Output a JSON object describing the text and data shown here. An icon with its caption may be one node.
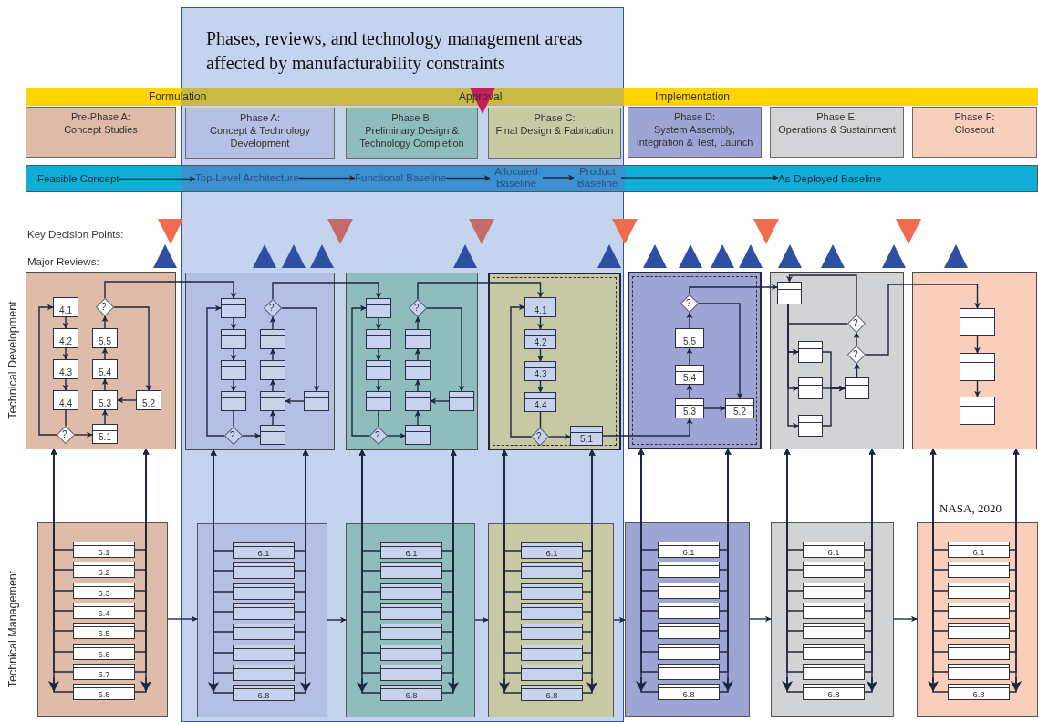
{
  "diagram": {
    "nodes": [
      {
        "text": [
          "Phases, reviews, and technology management areas affected by manufacturability constraints"
        ]
      },
      {
        "text": [
          "Formulation",
          "Approval",
          "Implementation"
        ]
      },
      {
        "text": [
          "Pre-Phase A:",
          "Concept Studies"
        ]
      },
      {
        "text": [
          "Phase A:",
          "Concept & Technology Development"
        ],
        "in": 0
      },
      {
        "text": [
          "Phase B:",
          "Preliminary Design & Technology Completion"
        ],
        "in": 0
      },
      {
        "text": [
          "Phase C:",
          "Final Design & Fabrication"
        ],
        "in": 0
      },
      {
        "text": [
          "Phase D:",
          "System Assembly, Integration & Test, Launch"
        ]
      },
      {
        "text": [
          "Phase E:",
          "Operations & Sustainment"
        ]
      },
      {
        "text": [
          "Phase F:",
          "Closeout"
        ]
      },
      {
        "text": [],
        "shape": "bar"
      },
      {
        "text": [
          "Feasible Concept"
        ],
        "in": 9
      },
      {
        "text": [
          "Top-Level Architecture"
        ]
      },
      {
        "text": [
          "Functional Baseline"
        ]
      },
      {
        "text": [
          "Allocated Baseline"
        ]
      },
      {
        "text": [
          "Product Baseline"
        ]
      },
      {
        "text": [
          "As-Deployed Baseline"
        ],
        "in": 9
      },
      {
        "text": [],
        "shape": "box"
      },
      {
        "text": [
          "4.1"
        ],
        "in": 16
      },
      {
        "text": [
          "?"
        ],
        "in": 16
      },
      {
        "text": [
          "4.2"
        ],
        "in": 16
      },
      {
        "text": [
          "5.5"
        ],
        "in": 16
      },
      {
        "text": [
          "4.3"
        ],
        "in": 16
      },
      {
        "text": [
          "5.4"
        ],
        "in": 16
      },
      {
        "text": [
          "4.4"
        ],
        "in": 16
      },
      {
        "text": [
          "5.3"
        ],
        "in": 16
      },
      {
        "text": [
          "5.2"
        ],
        "in": 16
      },
      {
        "text": [
          "?"
        ],
        "in": 16
      },
      {
        "text": [
          "5.1"
        ],
        "in": 16
      },
      {
        "text": [],
        "shape": "box",
        "in": 0
      },
      {
        "text": [],
        "shape": "box",
        "in": 28
      },
      {
        "text": [
          "?"
        ],
        "in": 28
      },
      {
        "text": [],
        "shape": "box",
        "in": 28
      },
      {
        "text": [],
        "shape": "box",
        "in": 28
      },
      {
        "text": [],
        "shape": "box",
        "in": 28
      },
      {
        "text": [],
        "shape": "box",
        "in": 28
      },
      {
        "text": [],
        "shape": "box",
        "in": 28
      },
      {
        "text": [],
        "shape": "box",
        "in": 28
      },
      {
        "text": [],
        "shape": "box",
        "in": 28
      },
      {
        "text": [
          "?"
        ],
        "in": 28
      },
      {
        "text": [],
        "shape": "box",
        "in": 28
      },
      {
        "text": [],
        "shape": "box",
        "in": 0
      },
      {
        "text": [],
        "shape": "box",
        "in": 40
      },
      {
        "text": [
          "?"
        ],
        "in": 40
      },
      {
        "text": [],
        "shape": "box",
        "in": 40
      },
      {
        "text": [],
        "shape": "box",
        "in": 40
      },
      {
        "text": [],
        "shape": "box",
        "in": 40
      },
      {
        "text": [],
        "shape": "box",
        "in": 40
      },
      {
        "text": [],
        "shape": "box",
        "in": 40
      },
      {
        "text": [],
        "shape": "box",
        "in": 40
      },
      {
        "text": [],
        "shape": "box",
        "in": 40
      },
      {
        "text": [
          "?"
        ],
        "in": 40
      },
      {
        "text": [],
        "shape": "box",
        "in": 40
      },
      {
        "text": [],
        "shape": "box",
        "in": 0
      },
      {
        "text": [
          "4.1"
        ],
        "in": 52
      },
      {
        "text": [
          "4.2"
        ],
        "in": 52
      },
      {
        "text": [
          "4.3"
        ],
        "in": 52
      },
      {
        "text": [
          "4.4"
        ],
        "in": 52
      },
      {
        "text": [
          "?"
        ],
        "in": 52
      },
      {
        "text": [
          "5.1"
        ],
        "in": 52
      },
      {
        "text": [],
        "shape": "box"
      },
      {
        "text": [
          "?"
        ],
        "in": 59
      },
      {
        "text": [
          "5.5"
        ],
        "in": 59
      },
      {
        "text": [
          "5.4"
        ],
        "in": 59
      },
      {
        "text": [
          "5.3"
        ],
        "in": 59
      },
      {
        "text": [
          "5.2"
        ],
        "in": 59
      },
      {
        "text": [],
        "shape": "box"
      },
      {
        "text": [],
        "shape": "box",
        "in": 65
      },
      {
        "text": [
          "?"
        ],
        "in": 65
      },
      {
        "text": [],
        "shape": "box",
        "in": 65
      },
      {
        "text": [
          "?"
        ],
        "in": 65
      },
      {
        "text": [],
        "shape": "box",
        "in": 65
      },
      {
        "text": [],
        "shape": "box",
        "in": 65
      },
      {
        "text": [],
        "shape": "box",
        "in": 65
      },
      {
        "text": [],
        "shape": "box"
      },
      {
        "text": [],
        "shape": "box",
        "in": 73
      },
      {
        "text": [],
        "shape": "box",
        "in": 73
      },
      {
        "text": [],
        "shape": "box",
        "in": 73
      },
      {
        "text": [],
        "shape": "box"
      },
      {
        "text": [
          "6.1"
        ],
        "in": 77
      },
      {
        "text": [
          "6.2"
        ],
        "in": 77
      },
      {
        "text": [
          "6.3"
        ],
        "in": 77
      },
      {
        "text": [
          "6.4"
        ],
        "in": 77
      },
      {
        "text": [
          "6.5"
        ],
        "in": 77
      },
      {
        "text": [
          "6.6"
        ],
        "in": 77
      },
      {
        "text": [
          "6.7"
        ],
        "in": 77
      },
      {
        "text": [
          "6.8"
        ],
        "in": 77
      },
      {
        "text": [],
        "shape": "box",
        "in": 0
      },
      {
        "text": [
          "6.1"
        ],
        "in": 86
      },
      {
        "text": [],
        "shape": "box",
        "in": 86
      },
      {
        "text": [],
        "shape": "box",
        "in": 86
      },
      {
        "text": [],
        "shape": "box",
        "in": 86
      },
      {
        "text": [],
        "shape": "box",
        "in": 86
      },
      {
        "text": [],
        "shape": "box",
        "in": 86
      },
      {
        "text": [],
        "shape": "box",
        "in": 86
      },
      {
        "text": [
          "6.8"
        ],
        "in": 86
      },
      {
        "text": [],
        "shape": "box",
        "in": 0
      },
      {
        "text": [
          "6.1"
        ],
        "in": 95
      },
      {
        "text": [],
        "shape": "box",
        "in": 95
      },
      {
        "text": [],
        "shape": "box",
        "in": 95
      },
      {
        "text": [],
        "shape": "box",
        "in": 95
      },
      {
        "text": [],
        "shape": "box",
        "in": 95
      },
      {
        "text": [],
        "shape": "box",
        "in": 95
      },
      {
        "text": [],
        "shape": "box",
        "in": 95
      },
      {
        "text": [
          "6.8"
        ],
        "in": 95
      },
      {
        "text": [],
        "shape": "box",
        "in": 0
      },
      {
        "text": [
          "6.1"
        ],
        "in": 104
      },
      {
        "text": [],
        "shape": "box",
        "in": 104
      },
      {
        "text": [],
        "shape": "box",
        "in": 104
      },
      {
        "text": [],
        "shape": "box",
        "in": 104
      },
      {
        "text": [],
        "shape": "box",
        "in": 104
      },
      {
        "text": [],
        "shape": "box",
        "in": 104
      },
      {
        "text": [],
        "shape": "box",
        "in": 104
      },
      {
        "text": [
          "6.8"
        ],
        "in": 104
      },
      {
        "text": [],
        "shape": "box"
      },
      {
        "text": [
          "6.1"
        ],
        "in": 113
      },
      {
        "text": [],
        "shape": "box",
        "in": 113
      },
      {
        "text": [],
        "shape": "box",
        "in": 113
      },
      {
        "text": [],
        "shape": "box",
        "in": 113
      },
      {
        "text": [],
        "shape": "box",
        "in": 113
      },
      {
        "text": [],
        "shape": "box",
        "in": 113
      },
      {
        "text": [],
        "shape": "box",
        "in": 113
      },
      {
        "text": [
          "6.8"
        ],
        "in": 113
      },
      {
        "text": [],
        "shape": "box"
      },
      {
        "text": [
          "6.1"
        ],
        "in": 122
      },
      {
        "text": [],
        "shape": "box",
        "in": 122
      },
      {
        "text": [],
        "shape": "box",
        "in": 122
      },
      {
        "text": [],
        "shape": "box",
        "in": 122
      },
      {
        "text": [],
        "shape": "box",
        "in": 122
      },
      {
        "text": [],
        "shape": "box",
        "in": 122
      },
      {
        "text": [],
        "shape": "box",
        "in": 122
      },
      {
        "text": [
          "6.8"
        ],
        "in": 122
      },
      {
        "text": [],
        "shape": "box"
      },
      {
        "text": [
          "6.1"
        ],
        "in": 131
      },
      {
        "text": [],
        "shape": "box",
        "in": 131
      },
      {
        "text": [],
        "shape": "box",
        "in": 131
      },
      {
        "text": [],
        "shape": "box",
        "in": 131
      },
      {
        "text": [],
        "shape": "box",
        "in": 131
      },
      {
        "text": [],
        "shape": "box",
        "in": 131
      },
      {
        "text": [],
        "shape": "box",
        "in": 131
      },
      {
        "text": [
          "6.8"
        ],
        "in": 131
      }
    ],
    "edges": [
      {
        "from": 10,
        "to": 11,
        "arrow": "to"
      },
      {
        "from": 11,
        "to": 12,
        "arrow": "to"
      },
      {
        "from": 12,
        "to": 13,
        "arrow": "to"
      },
      {
        "from": 13,
        "to": 14,
        "arrow": "to"
      },
      {
        "from": 14,
        "to": 15,
        "arrow": "to"
      },
      {
        "from": 17,
        "to": 19,
        "arrow": "to"
      },
      {
        "from": 19,
        "to": 21,
        "arrow": "to"
      },
      {
        "from": 21,
        "to": 23,
        "arrow": "to"
      },
      {
        "from": 23,
        "to": 26,
        "arrow": "none"
      },
      {
        "from": 26,
        "to": 17,
        "arrow": "to"
      },
      {
        "from": 26,
        "to": 27,
        "arrow": "to"
      },
      {
        "from": 27,
        "to": 24,
        "arrow": "to"
      },
      {
        "from": 25,
        "to": 24,
        "arrow": "to"
      },
      {
        "from": 24,
        "to": 22,
        "arrow": "to"
      },
      {
        "from": 22,
        "to": 20,
        "arrow": "to"
      },
      {
        "from": 20,
        "to": 18,
        "arrow": "to"
      },
      {
        "from": 18,
        "to": 25,
        "arrow": "to"
      },
      {
        "from": 18,
        "to": 29,
        "arrow": "to"
      },
      {
        "from": 29,
        "to": 31,
        "arrow": "to"
      },
      {
        "from": 31,
        "to": 33,
        "arrow": "to"
      },
      {
        "from": 33,
        "to": 35,
        "arrow": "to"
      },
      {
        "from": 35,
        "to": 38,
        "arrow": "none"
      },
      {
        "from": 38,
        "to": 29,
        "arrow": "to"
      },
      {
        "from": 38,
        "to": 39,
        "arrow": "to"
      },
      {
        "from": 39,
        "to": 36,
        "arrow": "to"
      },
      {
        "from": 37,
        "to": 36,
        "arrow": "to"
      },
      {
        "from": 36,
        "to": 34,
        "arrow": "to"
      },
      {
        "from": 34,
        "to": 32,
        "arrow": "to"
      },
      {
        "from": 32,
        "to": 30,
        "arrow": "to"
      },
      {
        "from": 30,
        "to": 37,
        "arrow": "to"
      },
      {
        "from": 30,
        "to": 41,
        "arrow": "to"
      },
      {
        "from": 41,
        "to": 43,
        "arrow": "to"
      },
      {
        "from": 43,
        "to": 45,
        "arrow": "to"
      },
      {
        "from": 45,
        "to": 47,
        "arrow": "to"
      },
      {
        "from": 47,
        "to": 50,
        "arrow": "none"
      },
      {
        "from": 50,
        "to": 41,
        "arrow": "to"
      },
      {
        "from": 50,
        "to": 51,
        "arrow": "to"
      },
      {
        "from": 51,
        "to": 48,
        "arrow": "to"
      },
      {
        "from": 49,
        "to": 48,
        "arrow": "to"
      },
      {
        "from": 48,
        "to": 46,
        "arrow": "to"
      },
      {
        "from": 46,
        "to": 44,
        "arrow": "to"
      },
      {
        "from": 44,
        "to": 42,
        "arrow": "to"
      },
      {
        "from": 42,
        "to": 49,
        "arrow": "to"
      },
      {
        "from": 42,
        "to": 53,
        "arrow": "to"
      },
      {
        "from": 53,
        "to": 54,
        "arrow": "to"
      },
      {
        "from": 54,
        "to": 55,
        "arrow": "to"
      },
      {
        "from": 55,
        "to": 56,
        "arrow": "to"
      },
      {
        "from": 56,
        "to": 57,
        "arrow": "none"
      },
      {
        "from": 57,
        "to": 53,
        "arrow": "to"
      },
      {
        "from": 57,
        "to": 58,
        "arrow": "to"
      },
      {
        "from": 58,
        "to": 63,
        "arrow": "to"
      },
      {
        "from": 63,
        "to": 62,
        "arrow": "to"
      },
      {
        "from": 62,
        "to": 61,
        "arrow": "to"
      },
      {
        "from": 61,
        "to": 60,
        "arrow": "to"
      },
      {
        "from": 60,
        "to": 64,
        "arrow": "to"
      },
      {
        "from": 63,
        "to": 64,
        "arrow": "to"
      },
      {
        "from": 60,
        "to": 66,
        "arrow": "to"
      },
      {
        "from": 66,
        "to": 68,
        "arrow": "to"
      },
      {
        "from": 66,
        "to": 70,
        "arrow": "to"
      },
      {
        "from": 66,
        "to": 72,
        "arrow": "to"
      },
      {
        "from": 68,
        "to": 71,
        "arrow": "to"
      },
      {
        "from": 70,
        "to": 71,
        "arrow": "to"
      },
      {
        "from": 72,
        "to": 71,
        "arrow": "to"
      },
      {
        "from": 71,
        "to": 69,
        "arrow": "to"
      },
      {
        "from": 69,
        "to": 67,
        "arrow": "to"
      },
      {
        "from": 67,
        "to": 66,
        "arrow": "to"
      },
      {
        "from": 67,
        "to": 68,
        "arrow": "to"
      },
      {
        "from": 69,
        "to": 74,
        "arrow": "to"
      },
      {
        "from": 74,
        "to": 75,
        "arrow": "to"
      },
      {
        "from": 75,
        "to": 76,
        "arrow": "to"
      },
      {
        "from": 78,
        "to": 16,
        "arrow": "to"
      },
      {
        "from": 79,
        "to": 16,
        "arrow": "to"
      },
      {
        "from": 80,
        "to": 16,
        "arrow": "to"
      },
      {
        "from": 81,
        "to": 16,
        "arrow": "to"
      },
      {
        "from": 82,
        "to": 16,
        "arrow": "to"
      },
      {
        "from": 83,
        "to": 16,
        "arrow": "to"
      },
      {
        "from": 84,
        "to": 16,
        "arrow": "to"
      },
      {
        "from": 85,
        "to": 16,
        "arrow": "to"
      },
      {
        "from": 78,
        "to": 16,
        "arrow": "to"
      },
      {
        "from": 79,
        "to": 16,
        "arrow": "to"
      },
      {
        "from": 80,
        "to": 16,
        "arrow": "to"
      },
      {
        "from": 81,
        "to": 16,
        "arrow": "to"
      },
      {
        "from": 82,
        "to": 16,
        "arrow": "to"
      },
      {
        "from": 83,
        "to": 16,
        "arrow": "to"
      },
      {
        "from": 84,
        "to": 16,
        "arrow": "to"
      },
      {
        "from": 85,
        "to": 16,
        "arrow": "to"
      },
      {
        "from": 87,
        "to": 28,
        "arrow": "to"
      },
      {
        "from": 88,
        "to": 28,
        "arrow": "to"
      },
      {
        "from": 89,
        "to": 28,
        "arrow": "to"
      },
      {
        "from": 90,
        "to": 28,
        "arrow": "to"
      },
      {
        "from": 91,
        "to": 28,
        "arrow": "to"
      },
      {
        "from": 92,
        "to": 28,
        "arrow": "to"
      },
      {
        "from": 93,
        "to": 28,
        "arrow": "to"
      },
      {
        "from": 94,
        "to": 28,
        "arrow": "to"
      },
      {
        "from": 87,
        "to": 28,
        "arrow": "to"
      },
      {
        "from": 88,
        "to": 28,
        "arrow": "to"
      },
      {
        "from": 89,
        "to": 28,
        "arrow": "to"
      },
      {
        "from": 90,
        "to": 28,
        "arrow": "to"
      },
      {
        "from": 91,
        "to": 28,
        "arrow": "to"
      },
      {
        "from": 92,
        "to": 28,
        "arrow": "to"
      },
      {
        "from": 93,
        "to": 28,
        "arrow": "to"
      },
      {
        "from": 94,
        "to": 28,
        "arrow": "to"
      },
      {
        "from": 96,
        "to": 40,
        "arrow": "to"
      },
      {
        "from": 97,
        "to": 40,
        "arrow": "to"
      },
      {
        "from": 98,
        "to": 40,
        "arrow": "to"
      },
      {
        "from": 99,
        "to": 40,
        "arrow": "to"
      },
      {
        "from": 100,
        "to": 40,
        "arrow": "to"
      },
      {
        "from": 101,
        "to": 40,
        "arrow": "to"
      },
      {
        "from": 102,
        "to": 40,
        "arrow": "to"
      },
      {
        "from": 103,
        "to": 40,
        "arrow": "to"
      },
      {
        "from": 96,
        "to": 40,
        "arrow": "to"
      },
      {
        "from": 97,
        "to": 40,
        "arrow": "to"
      },
      {
        "from": 98,
        "to": 40,
        "arrow": "to"
      },
      {
        "from": 99,
        "to": 40,
        "arrow": "to"
      },
      {
        "from": 100,
        "to": 40,
        "arrow": "to"
      },
      {
        "from": 101,
        "to": 40,
        "arrow": "to"
      },
      {
        "from": 102,
        "to": 40,
        "arrow": "to"
      },
      {
        "from": 103,
        "to": 40,
        "arrow": "to"
      },
      {
        "from": 105,
        "to": 52,
        "arrow": "to"
      },
      {
        "from": 106,
        "to": 52,
        "arrow": "to"
      },
      {
        "from": 107,
        "to": 52,
        "arrow": "to"
      },
      {
        "from": 108,
        "to": 52,
        "arrow": "to"
      },
      {
        "from": 109,
        "to": 52,
        "arrow": "to"
      },
      {
        "from": 110,
        "to": 52,
        "arrow": "to"
      },
      {
        "from": 111,
        "to": 52,
        "arrow": "to"
      },
      {
        "from": 112,
        "to": 52,
        "arrow": "to"
      },
      {
        "from": 105,
        "to": 52,
        "arrow": "to"
      },
      {
        "from": 106,
        "to": 52,
        "arrow": "to"
      },
      {
        "from": 107,
        "to": 52,
        "arrow": "to"
      },
      {
        "from": 108,
        "to": 52,
        "arrow": "to"
      },
      {
        "from": 109,
        "to": 52,
        "arrow": "to"
      },
      {
        "from": 110,
        "to": 52,
        "arrow": "to"
      },
      {
        "from": 111,
        "to": 52,
        "arrow": "to"
      },
      {
        "from": 112,
        "to": 52,
        "arrow": "to"
      },
      {
        "from": 114,
        "to": 59,
        "arrow": "to"
      },
      {
        "from": 115,
        "to": 59,
        "arrow": "to"
      },
      {
        "from": 116,
        "to": 59,
        "arrow": "to"
      },
      {
        "from": 117,
        "to": 59,
        "arrow": "to"
      },
      {
        "from": 118,
        "to": 59,
        "arrow": "to"
      },
      {
        "from": 119,
        "to": 59,
        "arrow": "to"
      },
      {
        "from": 120,
        "to": 59,
        "arrow": "to"
      },
      {
        "from": 121,
        "to": 59,
        "arrow": "to"
      },
      {
        "from": 114,
        "to": 59,
        "arrow": "to"
      },
      {
        "from": 115,
        "to": 59,
        "arrow": "to"
      },
      {
        "from": 116,
        "to": 59,
        "arrow": "to"
      },
      {
        "from": 117,
        "to": 59,
        "arrow": "to"
      },
      {
        "from": 118,
        "to": 59,
        "arrow": "to"
      },
      {
        "from": 119,
        "to": 59,
        "arrow": "to"
      },
      {
        "from": 120,
        "to": 59,
        "arrow": "to"
      },
      {
        "from": 121,
        "to": 59,
        "arrow": "to"
      },
      {
        "from": 123,
        "to": 65,
        "arrow": "to"
      },
      {
        "from": 124,
        "to": 65,
        "arrow": "to"
      },
      {
        "from": 125,
        "to": 65,
        "arrow": "to"
      },
      {
        "from": 126,
        "to": 65,
        "arrow": "to"
      },
      {
        "from": 127,
        "to": 65,
        "arrow": "to"
      },
      {
        "from": 128,
        "to": 65,
        "arrow": "to"
      },
      {
        "from": 129,
        "to": 65,
        "arrow": "to"
      },
      {
        "from": 130,
        "to": 65,
        "arrow": "to"
      },
      {
        "from": 123,
        "to": 65,
        "arrow": "to"
      },
      {
        "from": 124,
        "to": 65,
        "arrow": "to"
      },
      {
        "from": 125,
        "to": 65,
        "arrow": "to"
      },
      {
        "from": 126,
        "to": 65,
        "arrow": "to"
      },
      {
        "from": 127,
        "to": 65,
        "arrow": "to"
      },
      {
        "from": 128,
        "to": 65,
        "arrow": "to"
      },
      {
        "from": 129,
        "to": 65,
        "arrow": "to"
      },
      {
        "from": 130,
        "to": 65,
        "arrow": "to"
      },
      {
        "from": 132,
        "to": 73,
        "arrow": "to"
      },
      {
        "from": 133,
        "to": 73,
        "arrow": "to"
      },
      {
        "from": 134,
        "to": 73,
        "arrow": "to"
      },
      {
        "from": 135,
        "to": 73,
        "arrow": "to"
      },
      {
        "from": 136,
        "to": 73,
        "arrow": "to"
      },
      {
        "from": 137,
        "to": 73,
        "arrow": "to"
      },
      {
        "from": 138,
        "to": 73,
        "arrow": "to"
      },
      {
        "from": 139,
        "to": 73,
        "arrow": "to"
      },
      {
        "from": 132,
        "to": 73,
        "arrow": "to"
      },
      {
        "from": 133,
        "to": 73,
        "arrow": "to"
      },
      {
        "from": 134,
        "to": 73,
        "arrow": "to"
      },
      {
        "from": 135,
        "to": 73,
        "arrow": "to"
      },
      {
        "from": 136,
        "to": 73,
        "arrow": "to"
      },
      {
        "from": 137,
        "to": 73,
        "arrow": "to"
      },
      {
        "from": 138,
        "to": 73,
        "arrow": "to"
      },
      {
        "from": 139,
        "to": 73,
        "arrow": "to"
      },
      {
        "from": 77,
        "to": 86,
        "arrow": "to"
      },
      {
        "from": 86,
        "to": 95,
        "arrow": "to"
      },
      {
        "from": 95,
        "to": 104,
        "arrow": "to"
      },
      {
        "from": 104,
        "to": 113,
        "arrow": "to"
      },
      {
        "from": 113,
        "to": 122,
        "arrow": "to"
      },
      {
        "from": 122,
        "to": 131,
        "arrow": "to"
      }
    ],
    "labels": [
      "Key Decision Points:",
      "Major Reviews:",
      "Technical Development",
      "Technical Management",
      "NASA, 2020"
    ]
  }
}
